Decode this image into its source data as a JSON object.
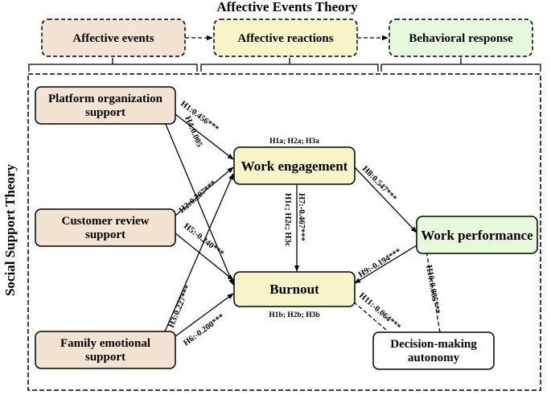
{
  "title": "Affective Events Theory",
  "side_title": "Social Support Theory",
  "colors": {
    "tan": "#f3e3d3",
    "yellow": "#f6f4c8",
    "green": "#e6f9dc",
    "white": "#ffffff",
    "stroke": "#000000"
  },
  "header_boxes": [
    {
      "id": "affective-events",
      "label": "Affective events"
    },
    {
      "id": "affective-reactions",
      "label": "Affective reactions"
    },
    {
      "id": "behavioral-response",
      "label": "Behavioral response"
    }
  ],
  "nodes": {
    "platform": {
      "lines": [
        "Platform organization",
        "support"
      ]
    },
    "customer": {
      "lines": [
        "Customer review",
        "support"
      ]
    },
    "family": {
      "lines": [
        "Family emotional",
        "support"
      ]
    },
    "engagement": {
      "lines": [
        "Work engagement"
      ]
    },
    "burnout": {
      "lines": [
        "Burnout"
      ]
    },
    "performance": {
      "lines": [
        "Work performance"
      ]
    },
    "autonomy": {
      "lines": [
        "Decision-making",
        "autonomy"
      ]
    }
  },
  "edge_labels": {
    "h1": "H1:0.456***",
    "h4": "H4:0.005",
    "h2": "H2:0.207***",
    "h5": "H5:-0.240***",
    "h3": "H3:0.227***",
    "h6": "H6:-0.200***",
    "h7": "H7:-0.467***",
    "h7b": "H1c; H2c; H3c",
    "h8": "H8:0.547***",
    "h9": "H9:-0.194***",
    "h10": "H10:0.085***",
    "h11": "H11:-0.064***"
  },
  "notes": {
    "engagement_top": "H1a; H2a; H3a",
    "burnout_bottom": "H1b; H2b; H3b"
  }
}
